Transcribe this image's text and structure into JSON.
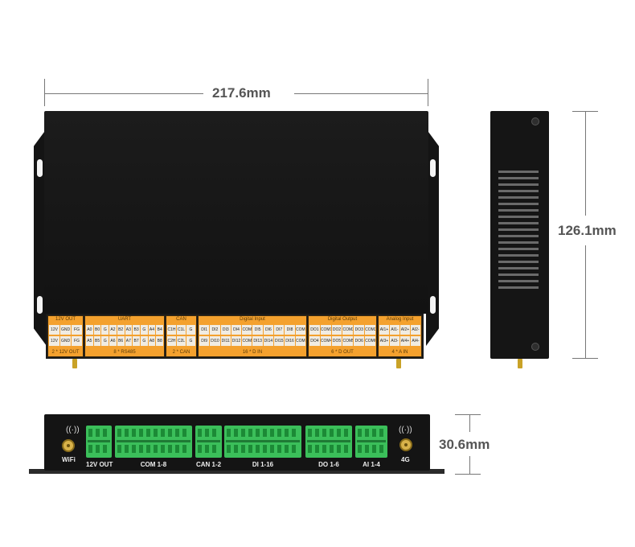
{
  "dimensions": {
    "width": "217.6mm",
    "height": "126.1mm",
    "depth": "30.6mm"
  },
  "front_label_strip": {
    "groups": [
      {
        "header": "12V OUT",
        "row1": [
          "12V",
          "GND",
          "FG"
        ],
        "row2": [
          "12V",
          "GND",
          "FG"
        ],
        "footer": "2 * 12V OUT"
      },
      {
        "header": "UART",
        "row1": [
          "A0",
          "B0",
          "G",
          "A2",
          "B2",
          "A3",
          "B3",
          "G",
          "A4",
          "B4"
        ],
        "row2": [
          "A5",
          "B5",
          "G",
          "A6",
          "B6",
          "A7",
          "B7",
          "G",
          "A8",
          "B8"
        ],
        "footer": "8 * RS485"
      },
      {
        "header": "CAN",
        "row1": [
          "C1H",
          "C1L",
          "G"
        ],
        "row2": [
          "C2H",
          "C2L",
          "G"
        ],
        "footer": "2 * CAN"
      },
      {
        "header": "Digital Input",
        "row1": [
          "DI1",
          "DI2",
          "DI3",
          "DI4",
          "COM",
          "DI5",
          "DI6",
          "DI7",
          "DI8",
          "COM"
        ],
        "row2": [
          "DI9",
          "DI10",
          "DI11",
          "DI12",
          "COM",
          "DI13",
          "DI14",
          "DI15",
          "DI16",
          "COM"
        ],
        "footer": "16 * D IN"
      },
      {
        "header": "Digital Output",
        "row1": [
          "DO1",
          "COM1",
          "DO2",
          "COM2",
          "DO3",
          "COM3"
        ],
        "row2": [
          "DO4",
          "COM4",
          "DO5",
          "COM5",
          "DO6",
          "COM6"
        ],
        "footer": "6 * D OUT"
      },
      {
        "header": "Analog Input",
        "row1": [
          "AI1+",
          "AI1-",
          "AI2+",
          "AI2-"
        ],
        "row2": [
          "AI3+",
          "AI3-",
          "AI4+",
          "AI4-"
        ],
        "footer": "4 * A IN"
      }
    ]
  },
  "bottom_panel": {
    "wifi_label": "WiFi",
    "fourg_label": "4G",
    "ports": [
      "12V OUT",
      "COM 1-8",
      "CAN 1-2",
      "DI 1-16",
      "DO 1-6",
      "AI 1-4"
    ]
  },
  "icons": {
    "wifi": "wifi-icon",
    "cellular": "cellular-signal-icon"
  },
  "colors": {
    "device_body": "#141414",
    "label_orange": "#f4a12e",
    "terminal_green": "#3bbf5a",
    "antenna_gold": "#d8b24a"
  }
}
